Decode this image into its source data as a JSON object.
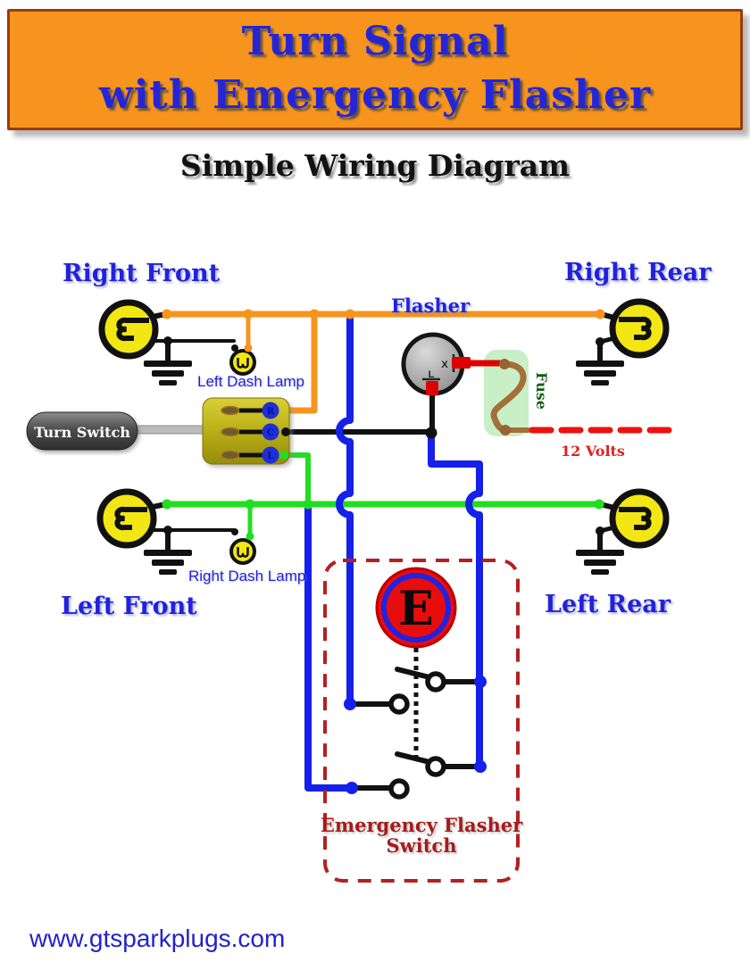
{
  "header": {
    "title_line1": "Turn Signal",
    "title_line2": "with Emergency Flasher"
  },
  "subtitle": "Simple Wiring Diagram",
  "footer": {
    "url": "www.gtsparkplugs.com"
  },
  "diagram": {
    "labels": {
      "right_front": "Right Front",
      "right_rear": "Right Rear",
      "left_front": "Left Front",
      "left_rear": "Left Rear",
      "flasher": "Flasher",
      "left_dash_lamp": "Left Dash Lamp",
      "right_dash_lamp": "Right Dash Lamp",
      "fuse": "Fuse",
      "twelve_volts": "12 Volts",
      "turn_switch": "Turn Switch",
      "emergency_line1": "Emergency Flasher",
      "emergency_line2": "Switch",
      "emergency_logo": "E"
    },
    "terminals": {
      "flasher_x": "X",
      "flasher_l": "L",
      "turn_switch_right": "R",
      "turn_switch_center": "C",
      "turn_switch_left": "L"
    },
    "palette": {
      "banner_bg": "#F7941D",
      "title_blue": "#2525D8",
      "label_blue": "#2222DD",
      "wire_orange": "#F7941D",
      "wire_green": "#22DD22",
      "wire_blue": "#1520E8",
      "wire_black": "#111111",
      "wire_red": "#DD0000",
      "wire_brown": "#A46F38",
      "dashed_12v_red": "#EE1111",
      "emergency_box_red": "#B51F1F",
      "fuse_bg_green": "#C9EFC6",
      "bulb_yellow": "#F2E614",
      "switch_body_olive": "#B5AB15",
      "logo_red": "#E80D0D"
    }
  }
}
